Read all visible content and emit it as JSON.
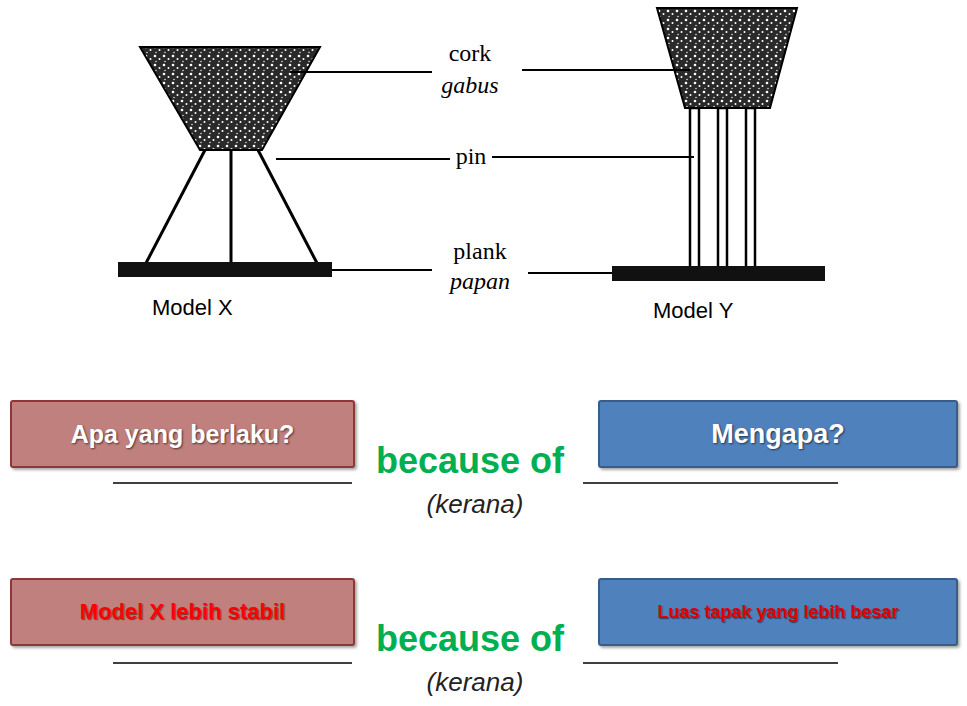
{
  "diagram": {
    "nodes": [
      {
        "text": [
          "Apa yang berlaku?"
        ]
      },
      {
        "text": [
          "Mengapa?"
        ]
      },
      {
        "text": [
          "Model X lebih stabil"
        ]
      },
      {
        "text": [
          "Luas tapak yang lebih besar"
        ]
      }
    ],
    "labels": [
      "cork",
      "gabus",
      "pin",
      "plank",
      "papan",
      "Model X",
      "Model Y",
      "because of",
      "(kerana)",
      "because of",
      "(kerana)"
    ]
  }
}
